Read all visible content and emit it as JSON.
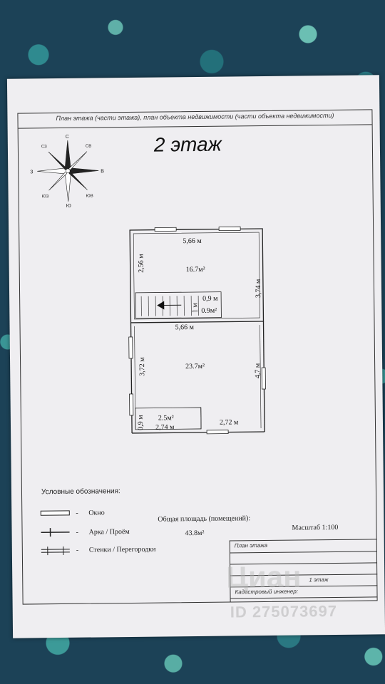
{
  "header": "План этажа (части этажа), план объекта недвижимости (части объекта недвижимости)",
  "floor_title": "2 этаж",
  "compass": {
    "n": "С",
    "ne": "СВ",
    "e": "В",
    "se": "ЮВ",
    "s": "Ю",
    "sw": "ЮЗ",
    "w": "З",
    "nw": "СЗ"
  },
  "rooms": {
    "top": {
      "width": "5,66 м",
      "height_left": "2,56 м",
      "height_right": "3,74 м",
      "area": "16.7м²"
    },
    "stair": {
      "width": "0,9 м",
      "height": "1 м",
      "area": "0.9м²"
    },
    "main": {
      "width": "5,66 м",
      "height_left": "3,72 м",
      "height_right": "4,7 м",
      "area": "23.7м²"
    },
    "small": {
      "width": "2,74 м",
      "height": "0,9 м",
      "area": "2.5м²"
    },
    "bottom_right_width": "2,72 м"
  },
  "legend": {
    "title": "Условные обозначения:",
    "dash": "-",
    "window": "Окно",
    "arch": "Арка / Проём",
    "walls": "Стенки / Перегородки"
  },
  "total_area_label": "Общая площадь (помещений):",
  "total_area_value": "43.8м²",
  "scale": "Масштаб 1:100",
  "stamp": {
    "row1": "План этажа",
    "row2": "1 этаж",
    "row3": "Кадастровый инженер:"
  },
  "watermark": {
    "logo": "Циан",
    "id": "ID 275073697"
  }
}
